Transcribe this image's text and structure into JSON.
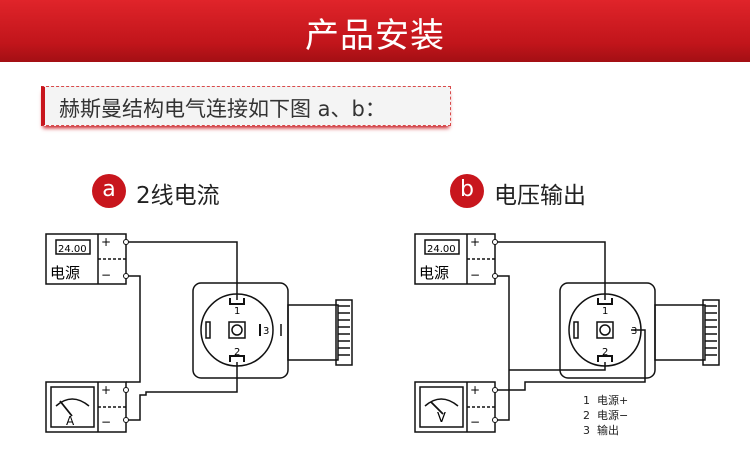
{
  "header": {
    "title": "产品安装",
    "color": "#c8161d"
  },
  "subtitle": {
    "text": "赫斯曼结构电气连接如下图 a、b："
  },
  "diagram_a": {
    "badge": "a",
    "title": "2线电流",
    "display_reading": "24.00",
    "power_label": "电源",
    "meter_label": "A",
    "plus_sign": "+",
    "minus_sign": "−",
    "pin1": "1",
    "pin2": "2",
    "pin3": "3"
  },
  "diagram_b": {
    "badge": "b",
    "title": "电压输出",
    "display_reading": "24.00",
    "power_label": "电源",
    "meter_label": "V",
    "plus_sign": "+",
    "minus_sign": "−",
    "pin1": "1",
    "pin2": "2",
    "pin3": "3",
    "legend": [
      {
        "num": "1",
        "text": "电源+"
      },
      {
        "num": "2",
        "text": "电源−"
      },
      {
        "num": "3",
        "text": "输出"
      }
    ]
  }
}
